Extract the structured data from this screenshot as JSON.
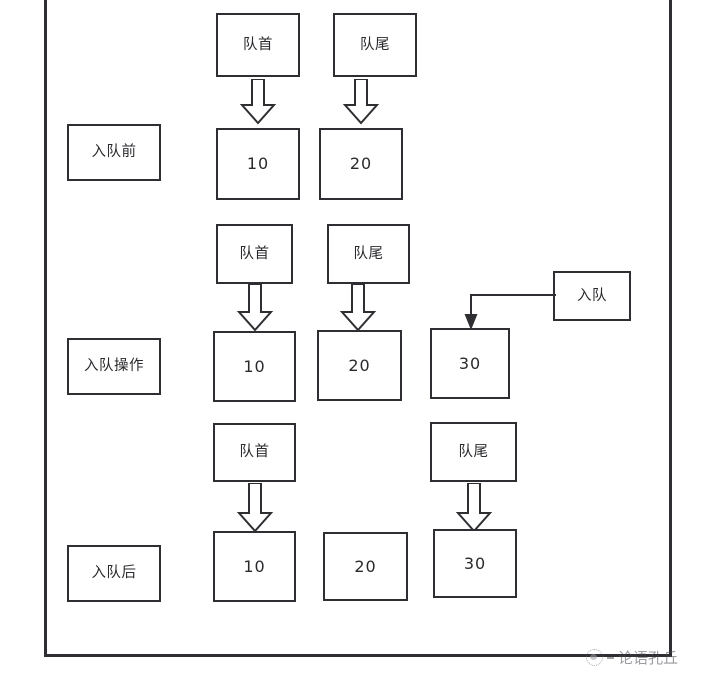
{
  "diagram": {
    "title_text": "",
    "colors": {
      "stroke": "#2f2f33",
      "fill": "#ffffff",
      "text": "#2a2a2e"
    },
    "rows": [
      {
        "id": "before-enqueue",
        "label": "入队前",
        "pointers": [
          "队首",
          "队尾"
        ],
        "cells": [
          "10",
          "20"
        ]
      },
      {
        "id": "enqueue-operation",
        "label": "入队操作",
        "pointers": [
          "队首",
          "队尾"
        ],
        "cells": [
          "10",
          "20",
          "30"
        ],
        "action_label": "入队"
      },
      {
        "id": "after-enqueue",
        "label": "入队后",
        "pointers": [
          "队首",
          "队尾"
        ],
        "cells": [
          "10",
          "20",
          "30"
        ]
      }
    ]
  },
  "watermark": {
    "text": "论语孔丘"
  }
}
